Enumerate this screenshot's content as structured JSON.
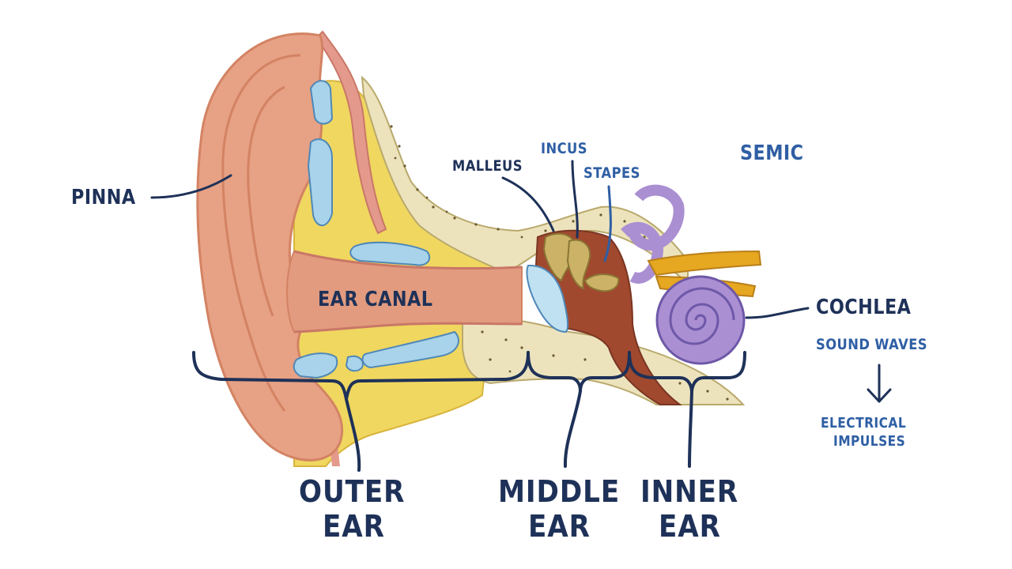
{
  "colors": {
    "ink_dark": "#1e3158",
    "ink_blue": "#2f5fa4",
    "skin": "#e7a184",
    "skin_dark": "#d38363",
    "fat_yellow": "#f0d760",
    "bone": "#ece3bd",
    "cartilage_blue": "#a9d3ea",
    "cavity": "#a0492f",
    "ossicle": "#cbb266",
    "inner_ear_purple": "#aa8fd2",
    "nerve": "#e6a721"
  },
  "labels": {
    "pinna": "PINNA",
    "ear_canal": "EAR CANAL",
    "malleus": "MALLEUS",
    "incus": "INCUS",
    "stapes": "STAPES",
    "semic": "SEMIC",
    "cochlea": "COCHLEA",
    "sound_waves": "SOUND WAVES",
    "electrical_line1": "ELECTRICAL",
    "electrical_line2": "IMPULSES",
    "outer_line1": "OUTER",
    "outer_line2": "EAR",
    "middle_line1": "MIDDLE",
    "middle_line2": "EAR",
    "inner_line1": "INNER",
    "inner_line2": "EAR"
  },
  "flow_arrow_icon": "arrow-down-icon"
}
